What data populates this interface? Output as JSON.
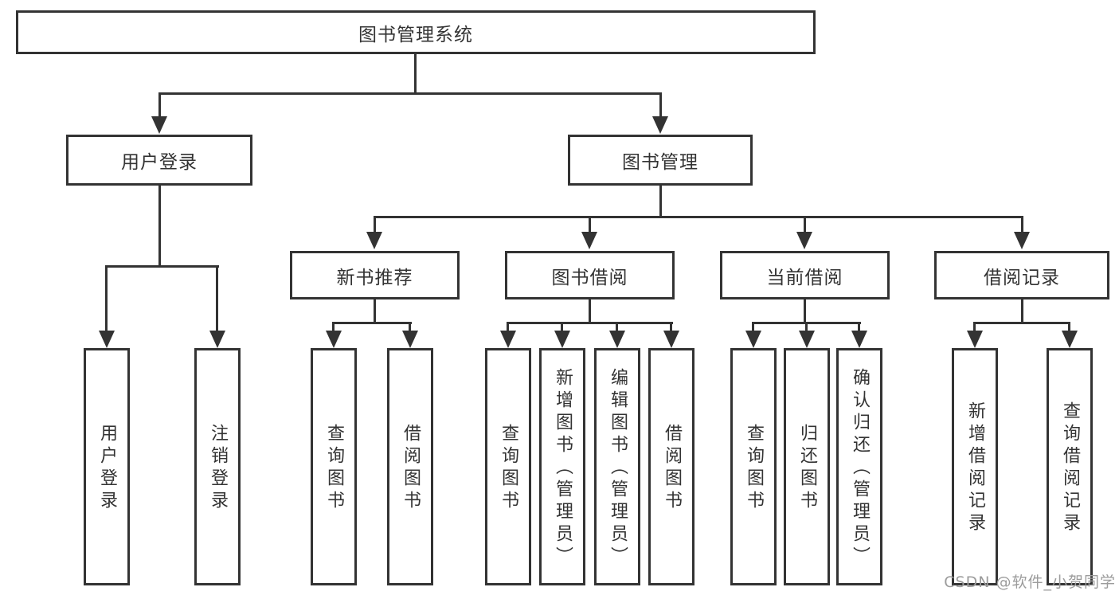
{
  "tree": {
    "root": "图书管理系统",
    "children": [
      {
        "label": "用户登录",
        "children": [
          "用户登录",
          "注销登录"
        ]
      },
      {
        "label": "图书管理",
        "children": [
          {
            "label": "新书推荐",
            "children": [
              "查询图书",
              "借阅图书"
            ]
          },
          {
            "label": "图书借阅",
            "children": [
              "查询图书",
              "新增图书（管理员）",
              "编辑图书（管理员）",
              "借阅图书"
            ]
          },
          {
            "label": "当前借阅",
            "children": [
              "查询图书",
              "归还图书",
              "确认归还（管理员）"
            ]
          },
          {
            "label": "借阅记录",
            "children": [
              "新增借阅记录",
              "查询借阅记录"
            ]
          }
        ]
      }
    ]
  },
  "watermark": {
    "text": "CSDN @软件_小贺同学"
  },
  "colors": {
    "line": "#333333",
    "text": "#333333",
    "box_background": "#ffffff",
    "page_background": "#ffffff",
    "watermark": "#9c9c9c"
  }
}
